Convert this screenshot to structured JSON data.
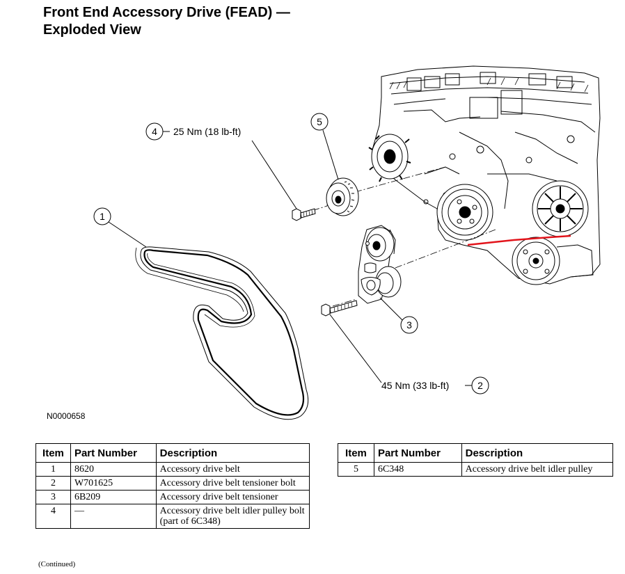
{
  "title": {
    "line1": "Front End Accessory Drive (FEAD) —",
    "line2": "Exploded View"
  },
  "figure": {
    "id": "N0000658",
    "callouts": [
      {
        "num": "1",
        "label": ""
      },
      {
        "num": "2",
        "label": "45 Nm (33 lb-ft)"
      },
      {
        "num": "3",
        "label": ""
      },
      {
        "num": "4",
        "label": "25 Nm (18 lb-ft)"
      },
      {
        "num": "5",
        "label": ""
      }
    ],
    "annotation_color": "#e2141b"
  },
  "table": {
    "headers": [
      "Item",
      "Part Number",
      "Description"
    ],
    "rows": [
      {
        "item": "1",
        "part": "8620",
        "desc": "Accessory drive belt"
      },
      {
        "item": "2",
        "part": "W701625",
        "desc": "Accessory drive belt tensioner bolt"
      },
      {
        "item": "3",
        "part": "6B209",
        "desc": "Accessory drive belt tensioner"
      },
      {
        "item": "4",
        "part": "—",
        "desc": "Accessory drive belt idler pulley bolt (part of 6C348)"
      },
      {
        "item": "5",
        "part": "6C348",
        "desc": "Accessory drive belt idler pulley"
      }
    ],
    "continued": "(Continued)"
  }
}
